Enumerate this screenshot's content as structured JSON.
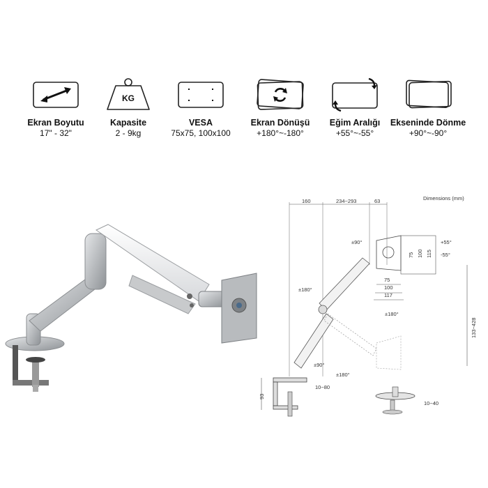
{
  "specs": [
    {
      "icon": "double-arrow-icon",
      "title": "Ekran Boyutu",
      "value": "17\" - 32\""
    },
    {
      "icon": "weight-icon",
      "title": "Kapasite",
      "value": "2 - 9kg",
      "icon_text": "KG"
    },
    {
      "icon": "vesa-pattern-icon",
      "title": "VESA",
      "value": "75x75, 100x100"
    },
    {
      "icon": "rotate-screen-icon",
      "title": "Ekran Dönüşü",
      "value": "+180°~-180°"
    },
    {
      "icon": "tilt-icon",
      "title": "Eğim Aralığı",
      "value": "+55°~-55°"
    },
    {
      "icon": "swivel-icon",
      "title": "Ekseninde Dönme",
      "value": "+90°~-90°"
    }
  ],
  "diagram": {
    "caption": "Dimensions (mm)",
    "top_dims": [
      "160",
      "234~293",
      "63"
    ],
    "tilt_up": "+55°",
    "tilt_down": "-55°",
    "vesa_vertical": [
      "75",
      "100",
      "115"
    ],
    "vesa_horizontal": [
      "75",
      "100",
      "117"
    ],
    "rotation_labels": [
      "±90°",
      "±180°",
      "±180°",
      "±90°",
      "±180°"
    ],
    "height_range": "133~428",
    "base_height": "93",
    "clamp_range_1": "10~80",
    "clamp_range_2": "10~40"
  }
}
